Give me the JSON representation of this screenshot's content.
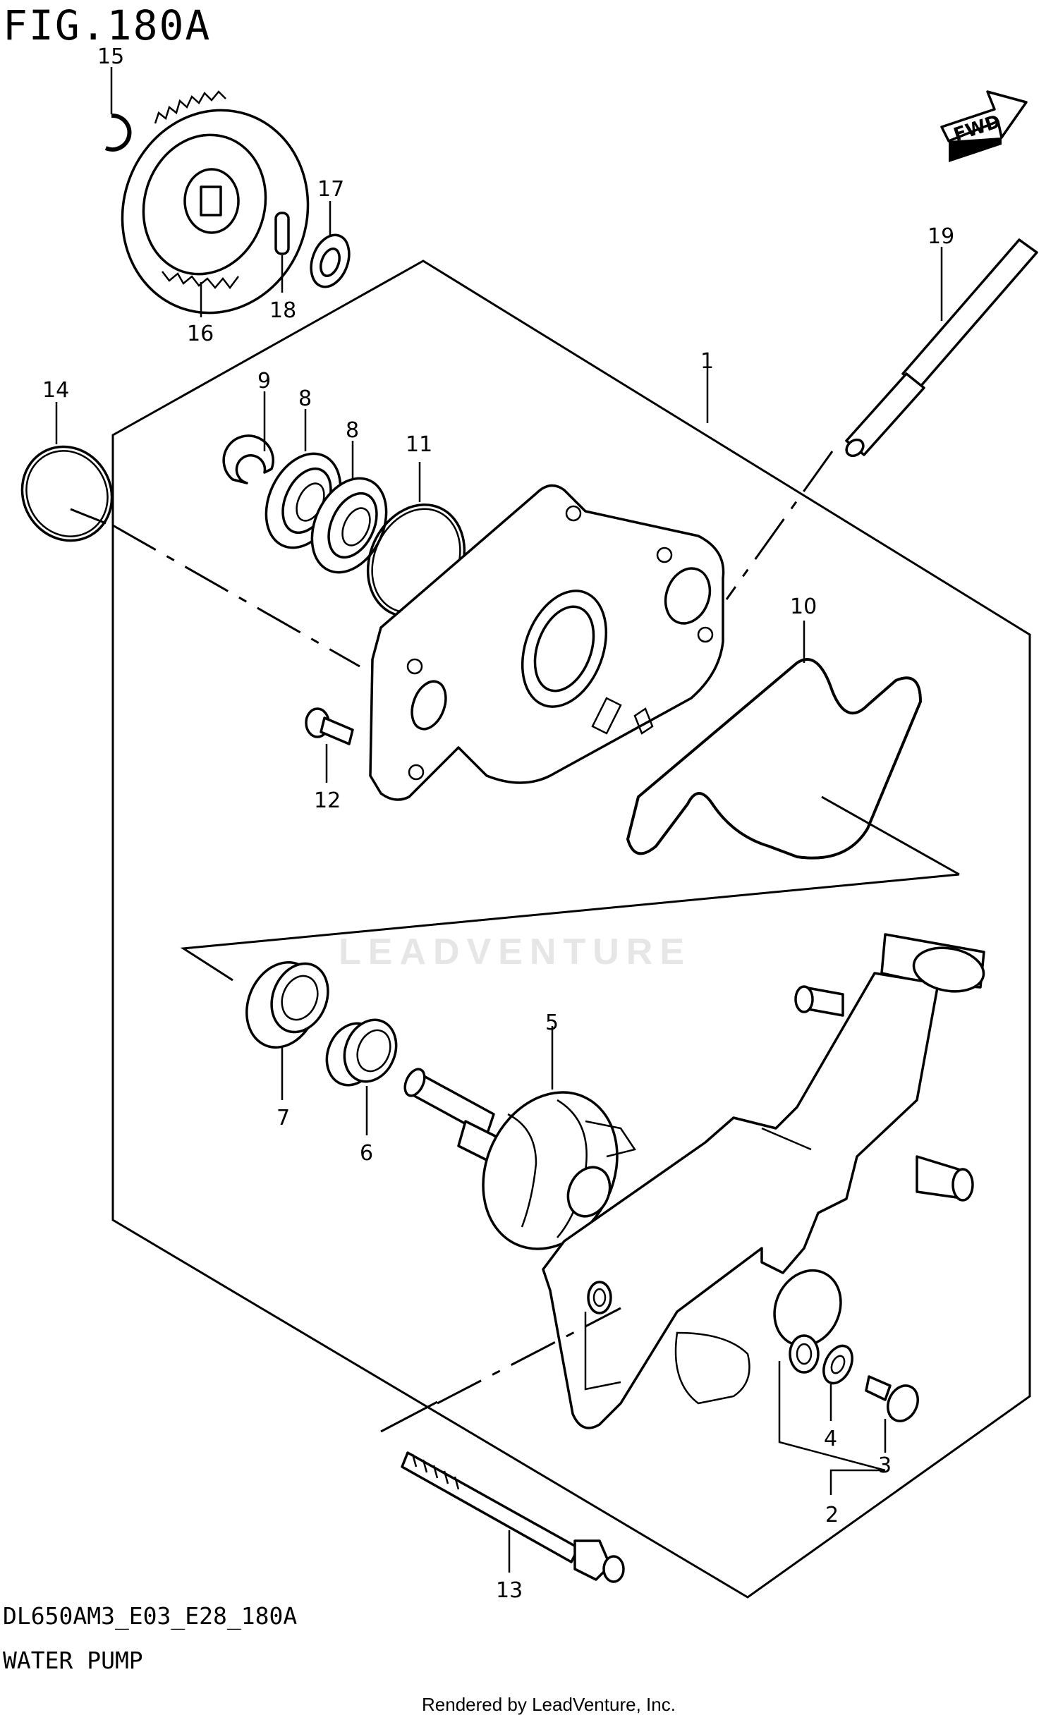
{
  "figure": {
    "title": "FIG.180A",
    "model_code": "DL650AM3_E03_E28_180A",
    "name": "WATER PUMP",
    "credit": "Rendered by LeadVenture, Inc.",
    "watermark": "LEADVENTURE",
    "direction_badge": "FWD"
  },
  "callouts": [
    {
      "id": "c1",
      "label": "1"
    },
    {
      "id": "c2",
      "label": "2"
    },
    {
      "id": "c3",
      "label": "3"
    },
    {
      "id": "c4",
      "label": "4"
    },
    {
      "id": "c5",
      "label": "5"
    },
    {
      "id": "c6",
      "label": "6"
    },
    {
      "id": "c7",
      "label": "7"
    },
    {
      "id": "c8a",
      "label": "8"
    },
    {
      "id": "c8b",
      "label": "8"
    },
    {
      "id": "c9",
      "label": "9"
    },
    {
      "id": "c10",
      "label": "10"
    },
    {
      "id": "c11",
      "label": "11"
    },
    {
      "id": "c12",
      "label": "12"
    },
    {
      "id": "c13",
      "label": "13"
    },
    {
      "id": "c14",
      "label": "14"
    },
    {
      "id": "c15",
      "label": "15"
    },
    {
      "id": "c16",
      "label": "16"
    },
    {
      "id": "c17",
      "label": "17"
    },
    {
      "id": "c18",
      "label": "18"
    },
    {
      "id": "c19",
      "label": "19"
    }
  ]
}
